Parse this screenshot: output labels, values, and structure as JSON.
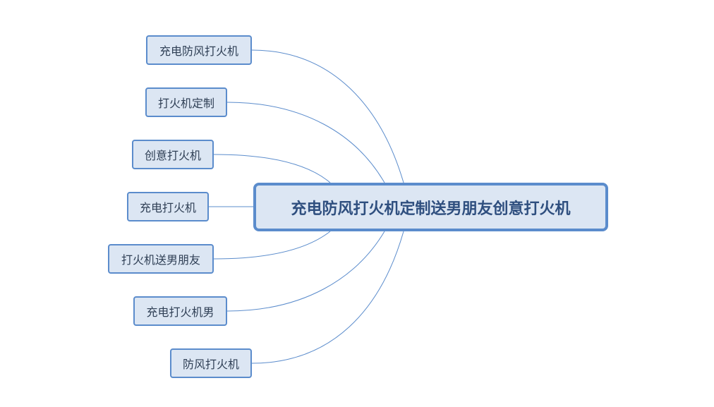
{
  "central": {
    "label": "充电防风打火机定制送男朋友创意打火机"
  },
  "branches": [
    {
      "label": "充电防风打火机"
    },
    {
      "label": "打火机定制"
    },
    {
      "label": "创意打火机"
    },
    {
      "label": "充电打火机"
    },
    {
      "label": "打火机送男朋友"
    },
    {
      "label": "充电打火机男"
    },
    {
      "label": "防风打火机"
    }
  ],
  "colors": {
    "connector": "#5b8ccc",
    "node_fill": "#dce6f3",
    "node_border": "#5b8ccc"
  }
}
